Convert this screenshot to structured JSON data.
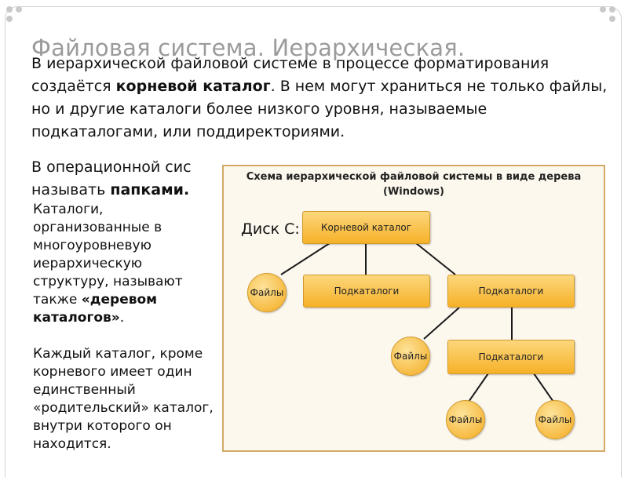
{
  "slide": {
    "title": "Файловая система. Иерархическая.",
    "para1_a": "В иерархической файловой системе в процессе форматирования создаётся ",
    "para1_b": "корневой каталог",
    "para1_c": ". В нем могут храниться не только файлы, но и другие каталоги более низкого уровня, называемые подкаталогами, или поддиректориями.",
    "para2_a": "В операционной сис",
    "para2_b": "называть ",
    "para2_c": "папками.",
    "side_1": "Каталоги,",
    "side_2": "организованные в многоуровневую иерархическую структуру, называют также ",
    "side_3": "«деревом каталогов»",
    "side_4": ".",
    "side_5": "Каждый каталог, кроме корневого имеет один единственный «родительский» каталог, внутри которого он находится."
  },
  "diagram": {
    "title": "Схема иерархической файловой системы в виде дерева (Windows)",
    "disk_label": "Диск С:",
    "root": "Корневой каталог",
    "subdir_1": "Подкаталоги",
    "subdir_2": "Подкаталоги",
    "subdir_3": "Подкаталоги",
    "files_1": "Файлы",
    "files_2": "Файлы",
    "files_3": "Файлы",
    "files_4": "Файлы",
    "colors": {
      "node_fill": "#f6b128",
      "node_border": "#d29a2c",
      "frame_border": "#d3a968"
    }
  }
}
